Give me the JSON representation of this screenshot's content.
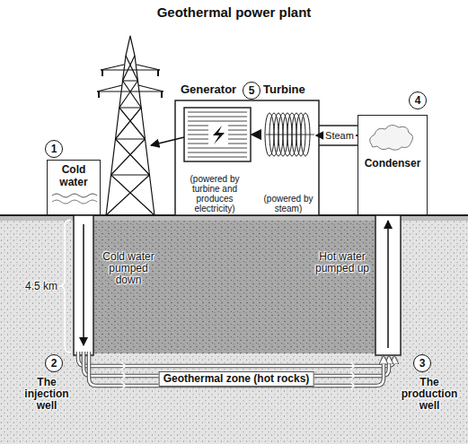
{
  "diagram": {
    "title": "Geothermal power plant",
    "nodes": [
      {
        "text": [
          "1"
        ]
      },
      {
        "text": [
          "Cold water"
        ]
      },
      {
        "text": [
          "Generator",
          "(powered by turbine and produces electricity)"
        ]
      },
      {
        "text": [
          "Turbine",
          "(powered by steam)"
        ]
      },
      {
        "text": [
          "5"
        ]
      },
      {
        "text": [
          "4"
        ]
      },
      {
        "text": [
          "Condenser"
        ]
      },
      {
        "text": [
          "2"
        ]
      },
      {
        "text": [
          "3"
        ]
      }
    ],
    "edges": [
      {
        "from": 3,
        "to": 2,
        "arrow": "to"
      },
      {
        "from": 6,
        "to": 3,
        "label": "Steam",
        "arrow": "to"
      }
    ],
    "labels": [
      "4.5 km",
      "Cold water pumped down",
      "Hot water pumped up",
      "Geothermal zone (hot rocks)",
      "The injection well",
      "The production well"
    ]
  }
}
